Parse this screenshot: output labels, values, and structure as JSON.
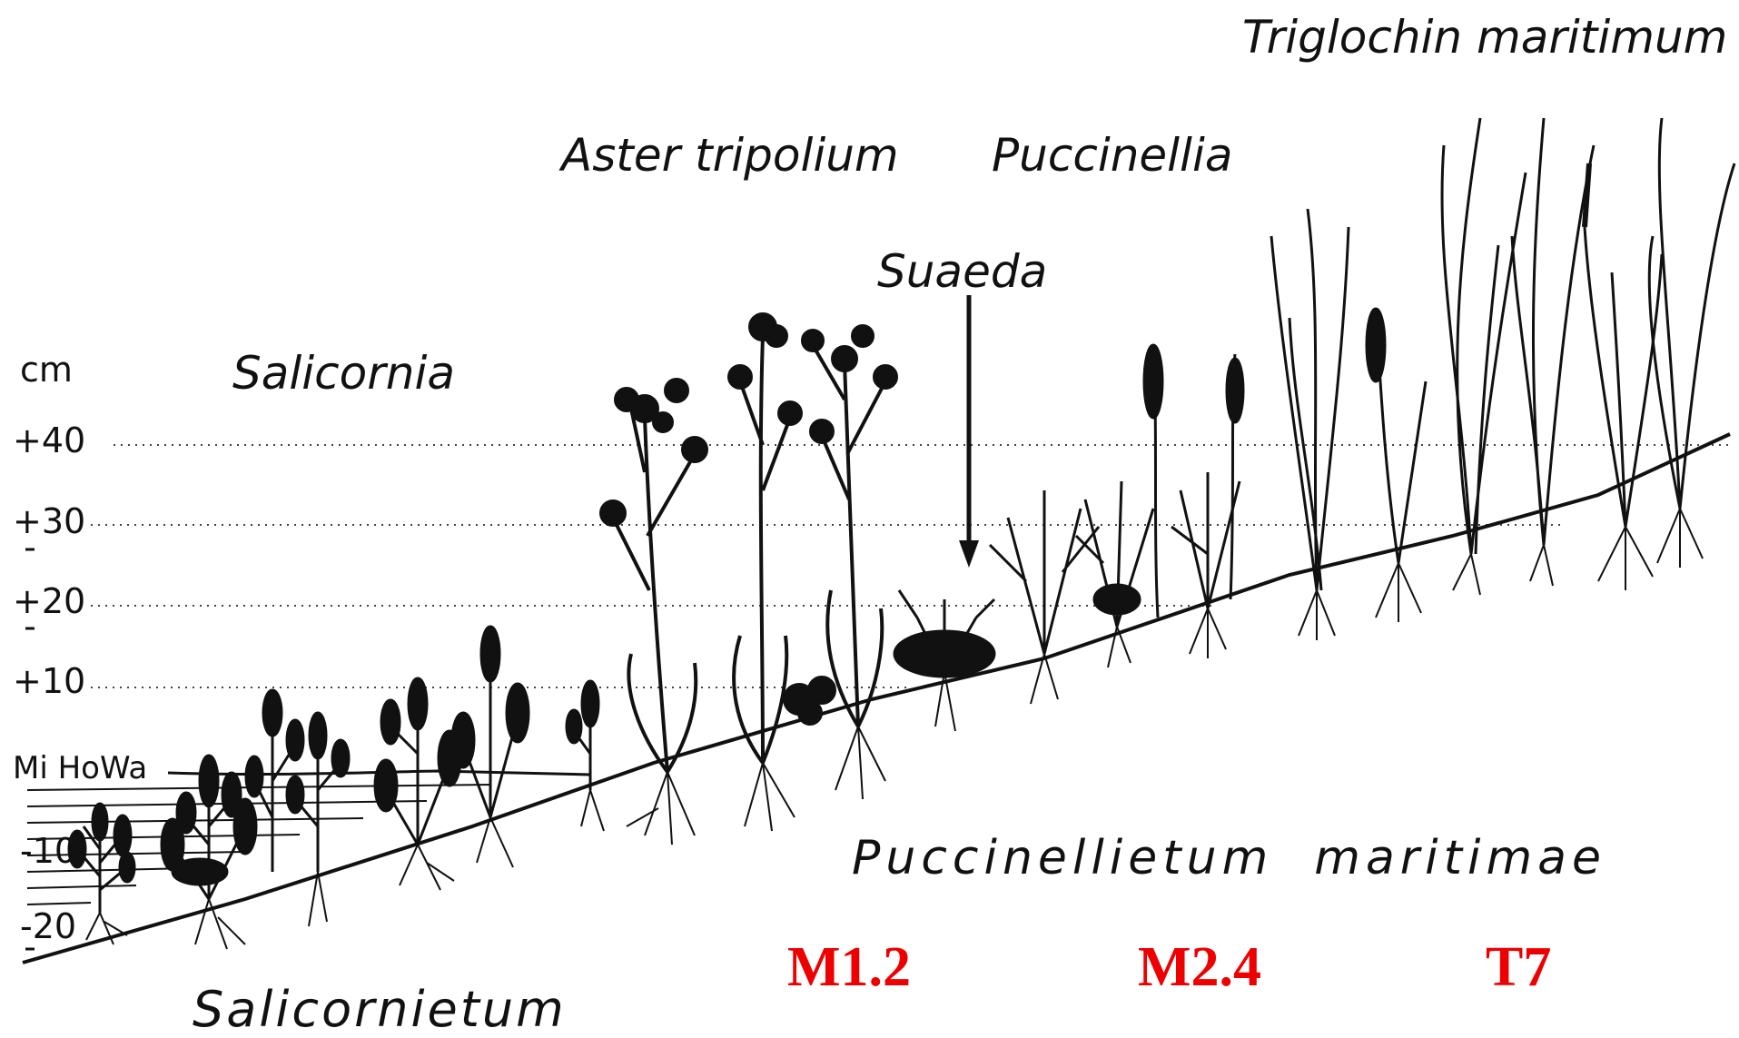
{
  "species_labels": {
    "triglochin": "Triglochin maritimum",
    "aster": "Aster tripolium",
    "puccinellia": "Puccinellia",
    "suaeda": "Suaeda",
    "salicornia": "Salicornia"
  },
  "community_labels": {
    "puccinellietum": "Puccinellietum  maritimae",
    "salicornietum": "Salicornietum"
  },
  "height_scale": {
    "unit": "cm",
    "ticks": [
      "+40",
      "+30",
      "+20",
      "+10",
      "Mi HoWa",
      "-10",
      "-20"
    ]
  },
  "habitat_codes": {
    "color": "#ee0000",
    "codes": [
      "M1.2",
      "M2.4",
      "T7"
    ]
  }
}
